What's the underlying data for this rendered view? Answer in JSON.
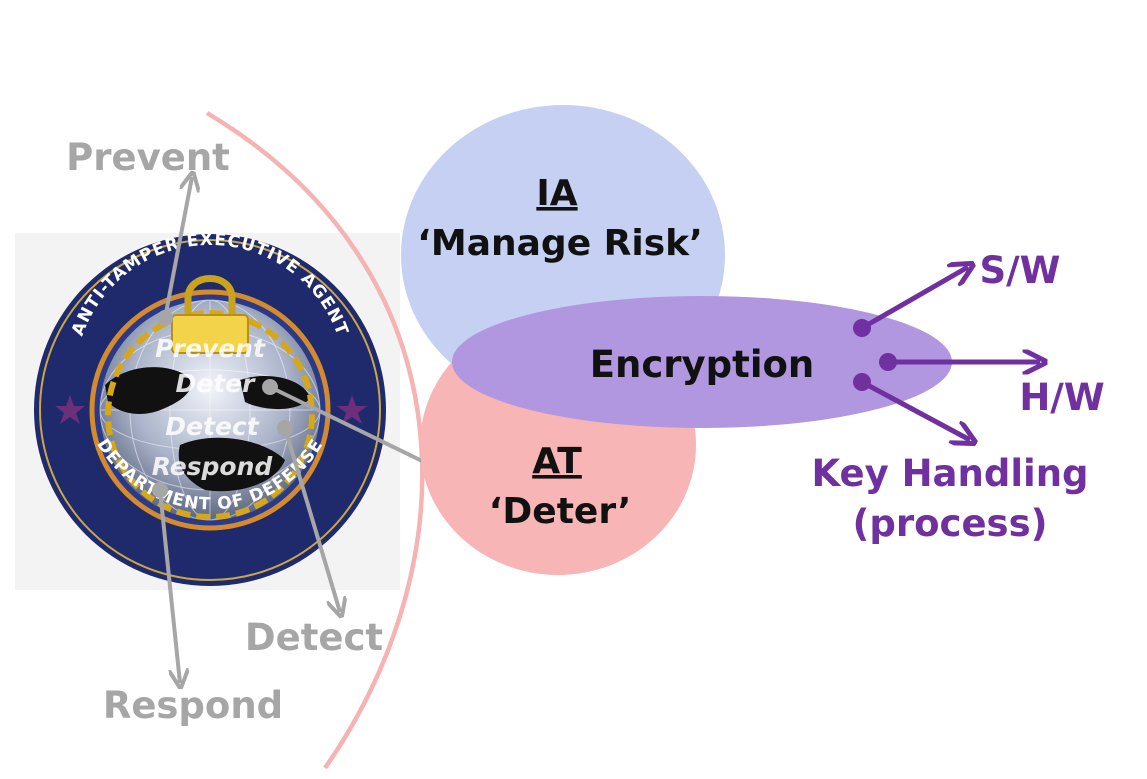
{
  "seal": {
    "top_arc_text": "ANTI-TAMPER EXECUTIVE AGENT",
    "bottom_arc_text": "DEPARTMENT OF DEFENSE",
    "inner_words": [
      "Prevent",
      "Deter",
      "Detect",
      "Respond"
    ]
  },
  "outer_labels": {
    "prevent": "Prevent",
    "detect": "Detect",
    "respond": "Respond"
  },
  "ia": {
    "title": "IA",
    "subtitle": "‘Manage Risk’",
    "color": "#c5d0f2"
  },
  "at": {
    "title": "AT",
    "subtitle": "‘Deter’",
    "color": "#f7b5b5"
  },
  "encryption": {
    "label": "Encryption",
    "color": "#b196e0"
  },
  "branches": {
    "sw": "S/W",
    "hw": "H/W",
    "key_handling_line1": "Key Handling",
    "key_handling_line2": "(process)",
    "color": "#7030a0"
  },
  "boundary_color": "#f5b3b3"
}
